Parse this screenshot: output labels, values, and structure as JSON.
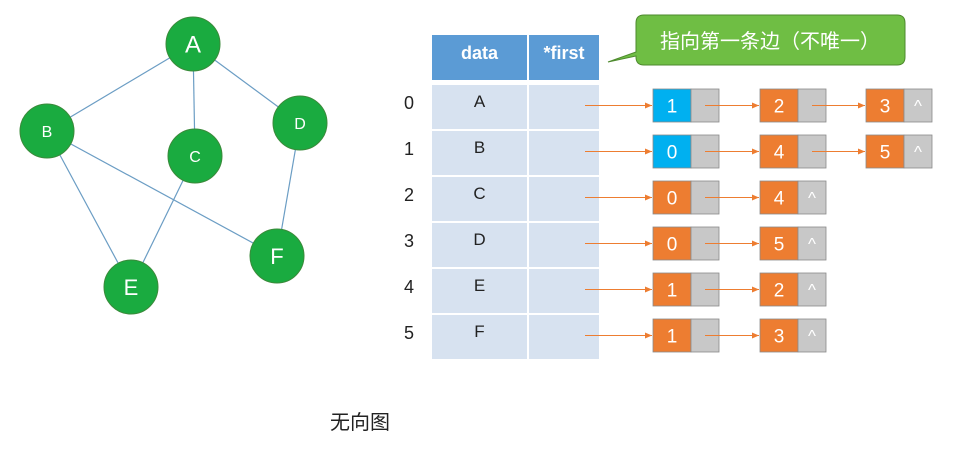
{
  "graph": {
    "caption": "无向图",
    "vertices": [
      "A",
      "B",
      "C",
      "D",
      "E",
      "F"
    ],
    "edges": [
      [
        "A",
        "B"
      ],
      [
        "A",
        "C"
      ],
      [
        "A",
        "D"
      ],
      [
        "B",
        "E"
      ],
      [
        "B",
        "F"
      ],
      [
        "C",
        "E"
      ],
      [
        "D",
        "F"
      ]
    ],
    "node_color": "#1aab40",
    "edge_color": "#6b9dc4"
  },
  "table": {
    "headers": [
      "data",
      "*first"
    ],
    "rows": [
      {
        "index": "0",
        "data": "A"
      },
      {
        "index": "1",
        "data": "B"
      },
      {
        "index": "2",
        "data": "C"
      },
      {
        "index": "3",
        "data": "D"
      },
      {
        "index": "4",
        "data": "E"
      },
      {
        "index": "5",
        "data": "F"
      }
    ],
    "header_color": "#5b9bd5",
    "cell_color": "#d7e2f0"
  },
  "callout": {
    "text": "指向第一条边（不唯一）",
    "color": "#6fbe44"
  },
  "adjacency_lists": [
    {
      "vertex": "A",
      "nodes": [
        {
          "value": "1",
          "highlight": true
        },
        {
          "value": "2"
        },
        {
          "value": "3",
          "terminal": "^"
        }
      ]
    },
    {
      "vertex": "B",
      "nodes": [
        {
          "value": "0",
          "highlight": true
        },
        {
          "value": "4"
        },
        {
          "value": "5",
          "terminal": "^"
        }
      ]
    },
    {
      "vertex": "C",
      "nodes": [
        {
          "value": "0"
        },
        {
          "value": "4",
          "terminal": "^"
        }
      ]
    },
    {
      "vertex": "D",
      "nodes": [
        {
          "value": "0"
        },
        {
          "value": "5",
          "terminal": "^"
        }
      ]
    },
    {
      "vertex": "E",
      "nodes": [
        {
          "value": "1"
        },
        {
          "value": "2",
          "terminal": "^"
        }
      ]
    },
    {
      "vertex": "F",
      "nodes": [
        {
          "value": "1"
        },
        {
          "value": "3",
          "terminal": "^"
        }
      ]
    }
  ],
  "colors": {
    "edge_node": "#ed7d31",
    "edge_node_highlight": "#00b0f0",
    "pointer_box": "#c8c8c8",
    "arrow": "#ed7d31"
  }
}
